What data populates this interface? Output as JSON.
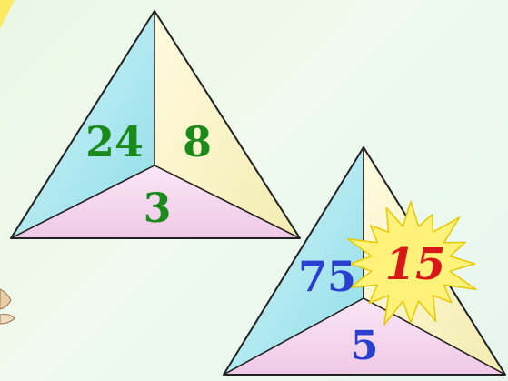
{
  "puzzles": [
    {
      "left_value": "24",
      "right_value": "8",
      "bottom_value": "3",
      "number_color": "#1a8a1a"
    },
    {
      "left_value": "75",
      "right_value": "15",
      "bottom_value": "5",
      "number_color": "#2a3fd0",
      "answer_color": "#d81818",
      "burst_color": "#fff27a",
      "burst_stroke": "#e8c800"
    }
  ],
  "colors": {
    "face_cyan": "#b8ecf2",
    "face_yellow": "#fbf6cc",
    "face_pink": "#f6ddf0",
    "outline": "#222222",
    "sun_corner": "#ffe94a"
  }
}
